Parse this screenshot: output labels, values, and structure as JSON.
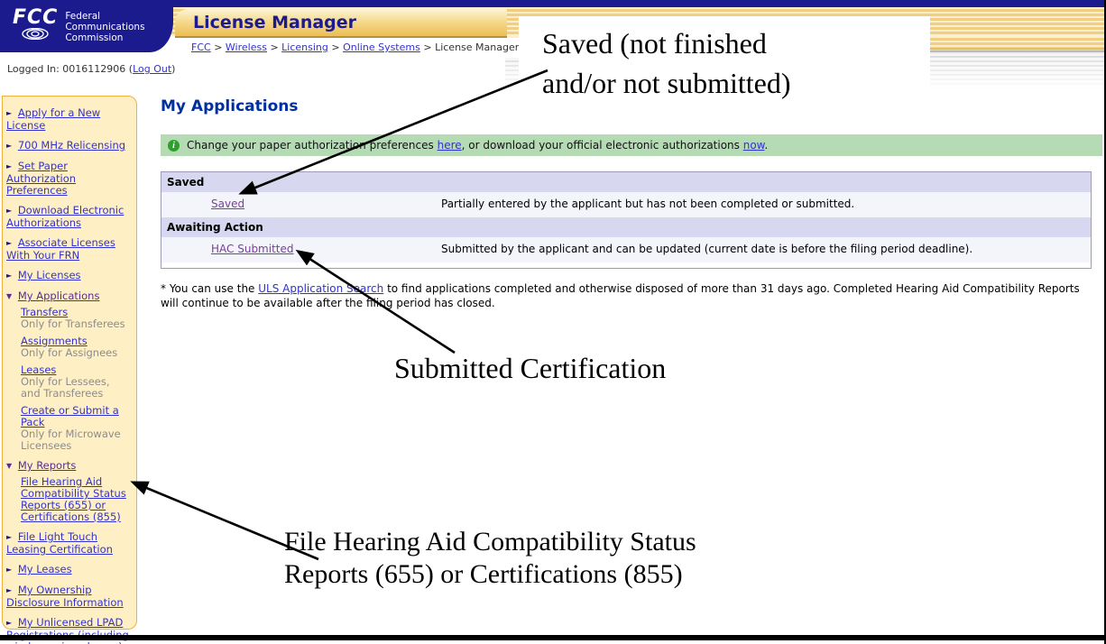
{
  "colors": {
    "fcc_navy": "#1B1B8E",
    "banner_gold": "#ECBE55",
    "sidebar_cream": "#FFEFC4",
    "sidebar_border": "#F2B13E",
    "info_green_bg": "#B5DBB5",
    "info_icon_green": "#2E9E2E",
    "table_header_lavender": "#D7D7EF",
    "table_row_bg": "#F4F4FB",
    "link_blue": "#3333CC",
    "visited_purple": "#7A3E9D",
    "title_blue": "#0030A0"
  },
  "icons": {
    "collapsed": "►",
    "expanded": "▼",
    "info": "i"
  },
  "header": {
    "logo": {
      "acronym": "FCC",
      "line1": "Federal",
      "line2": "Communications",
      "line3": "Commission"
    },
    "app_title": "License Manager",
    "breadcrumb": {
      "sep": " > ",
      "items": [
        {
          "label": "FCC"
        },
        {
          "label": "Wireless"
        },
        {
          "label": "Licensing"
        },
        {
          "label": "Online Systems"
        }
      ],
      "current": "License Manager"
    }
  },
  "login": {
    "prefix": "Logged In: 0016112906 (",
    "logout": "Log Out",
    "suffix": ")"
  },
  "sidebar": {
    "items": [
      {
        "label": "Apply for a New License"
      },
      {
        "label": "700 MHz Relicensing"
      },
      {
        "label": "Set Paper Authorization Preferences"
      },
      {
        "label": "Download Electronic Authorizations"
      },
      {
        "label": "Associate Licenses With Your FRN"
      },
      {
        "label": "My Licenses"
      },
      {
        "label": "My Applications",
        "expanded": true,
        "children": [
          {
            "label": "Transfers",
            "note": "Only for Transferees"
          },
          {
            "label": "Assignments",
            "note": "Only for Assignees"
          },
          {
            "label": "Leases",
            "note": "Only for Lessees, and Transferees"
          },
          {
            "label": "Create or Submit a Pack",
            "note": "Only for Microwave Licensees"
          }
        ]
      },
      {
        "label": "My Reports",
        "expanded": true,
        "children": [
          {
            "label": "File Hearing Aid Compatibility Status Reports (655) or Certifications (855)"
          }
        ]
      },
      {
        "label": "File Light Touch Leasing Certification"
      },
      {
        "label": "My Leases"
      },
      {
        "label": "My Ownership Disclosure Information"
      },
      {
        "label": "My Unlicensed LPAD Registrations (including wireless microphones)"
      }
    ]
  },
  "main": {
    "title": "My Applications",
    "infobar": {
      "p1": "Change your paper authorization preferences ",
      "link1": "here",
      "p2": ", or download your official electronic authorizations ",
      "link2": "now",
      "p3": "."
    },
    "table": {
      "sections": [
        {
          "header": "Saved",
          "rows": [
            {
              "link": "Saved",
              "desc": "Partially entered by the applicant but has not been completed or submitted."
            }
          ]
        },
        {
          "header": "Awaiting Action",
          "rows": [
            {
              "link": "HAC Submitted",
              "desc": "Submitted by the applicant and can be updated (current date is before the filing period deadline)."
            }
          ]
        }
      ]
    },
    "footnote": {
      "p1": "* You can use the ",
      "link": "ULS Application Search",
      "p2": " to find applications completed and otherwise disposed of more than 31 days ago. Completed Hearing Aid Compatibility Reports will continue to be available after the filing period has closed."
    }
  },
  "annotations": [
    {
      "line1": "Saved (not finished",
      "line2": "and/or not submitted)"
    },
    {
      "text": "Submitted Certification"
    },
    {
      "line1": "File Hearing Aid Compatibility Status",
      "line2": "Reports (655) or Certifications (855)"
    }
  ]
}
